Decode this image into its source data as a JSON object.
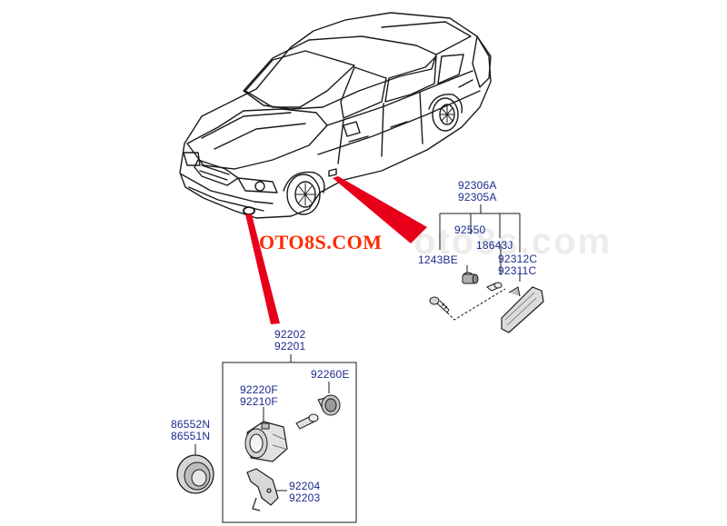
{
  "watermark": "OTO8S.COM",
  "watermark_ghost": "oto8s.com",
  "colors": {
    "line": "#1a1a1a",
    "label": "#1a2a8c",
    "pointer": "#e8001a",
    "watermark": "#ff2a00"
  },
  "labels": {
    "side_lamp_a": "92306A",
    "side_lamp_b": "92305A",
    "bulb_a": "92550",
    "bulb_b": "18643J",
    "screw": "1243BE",
    "lens_a": "92312C",
    "lens_b": "92311C",
    "fog_lamp_a": "92202",
    "fog_lamp_b": "92201",
    "fog_socket": "92260E",
    "fog_body_a": "92220F",
    "fog_body_b": "92210F",
    "cover_a": "86552N",
    "cover_b": "86551N",
    "bracket_a": "92204",
    "bracket_b": "92203"
  }
}
